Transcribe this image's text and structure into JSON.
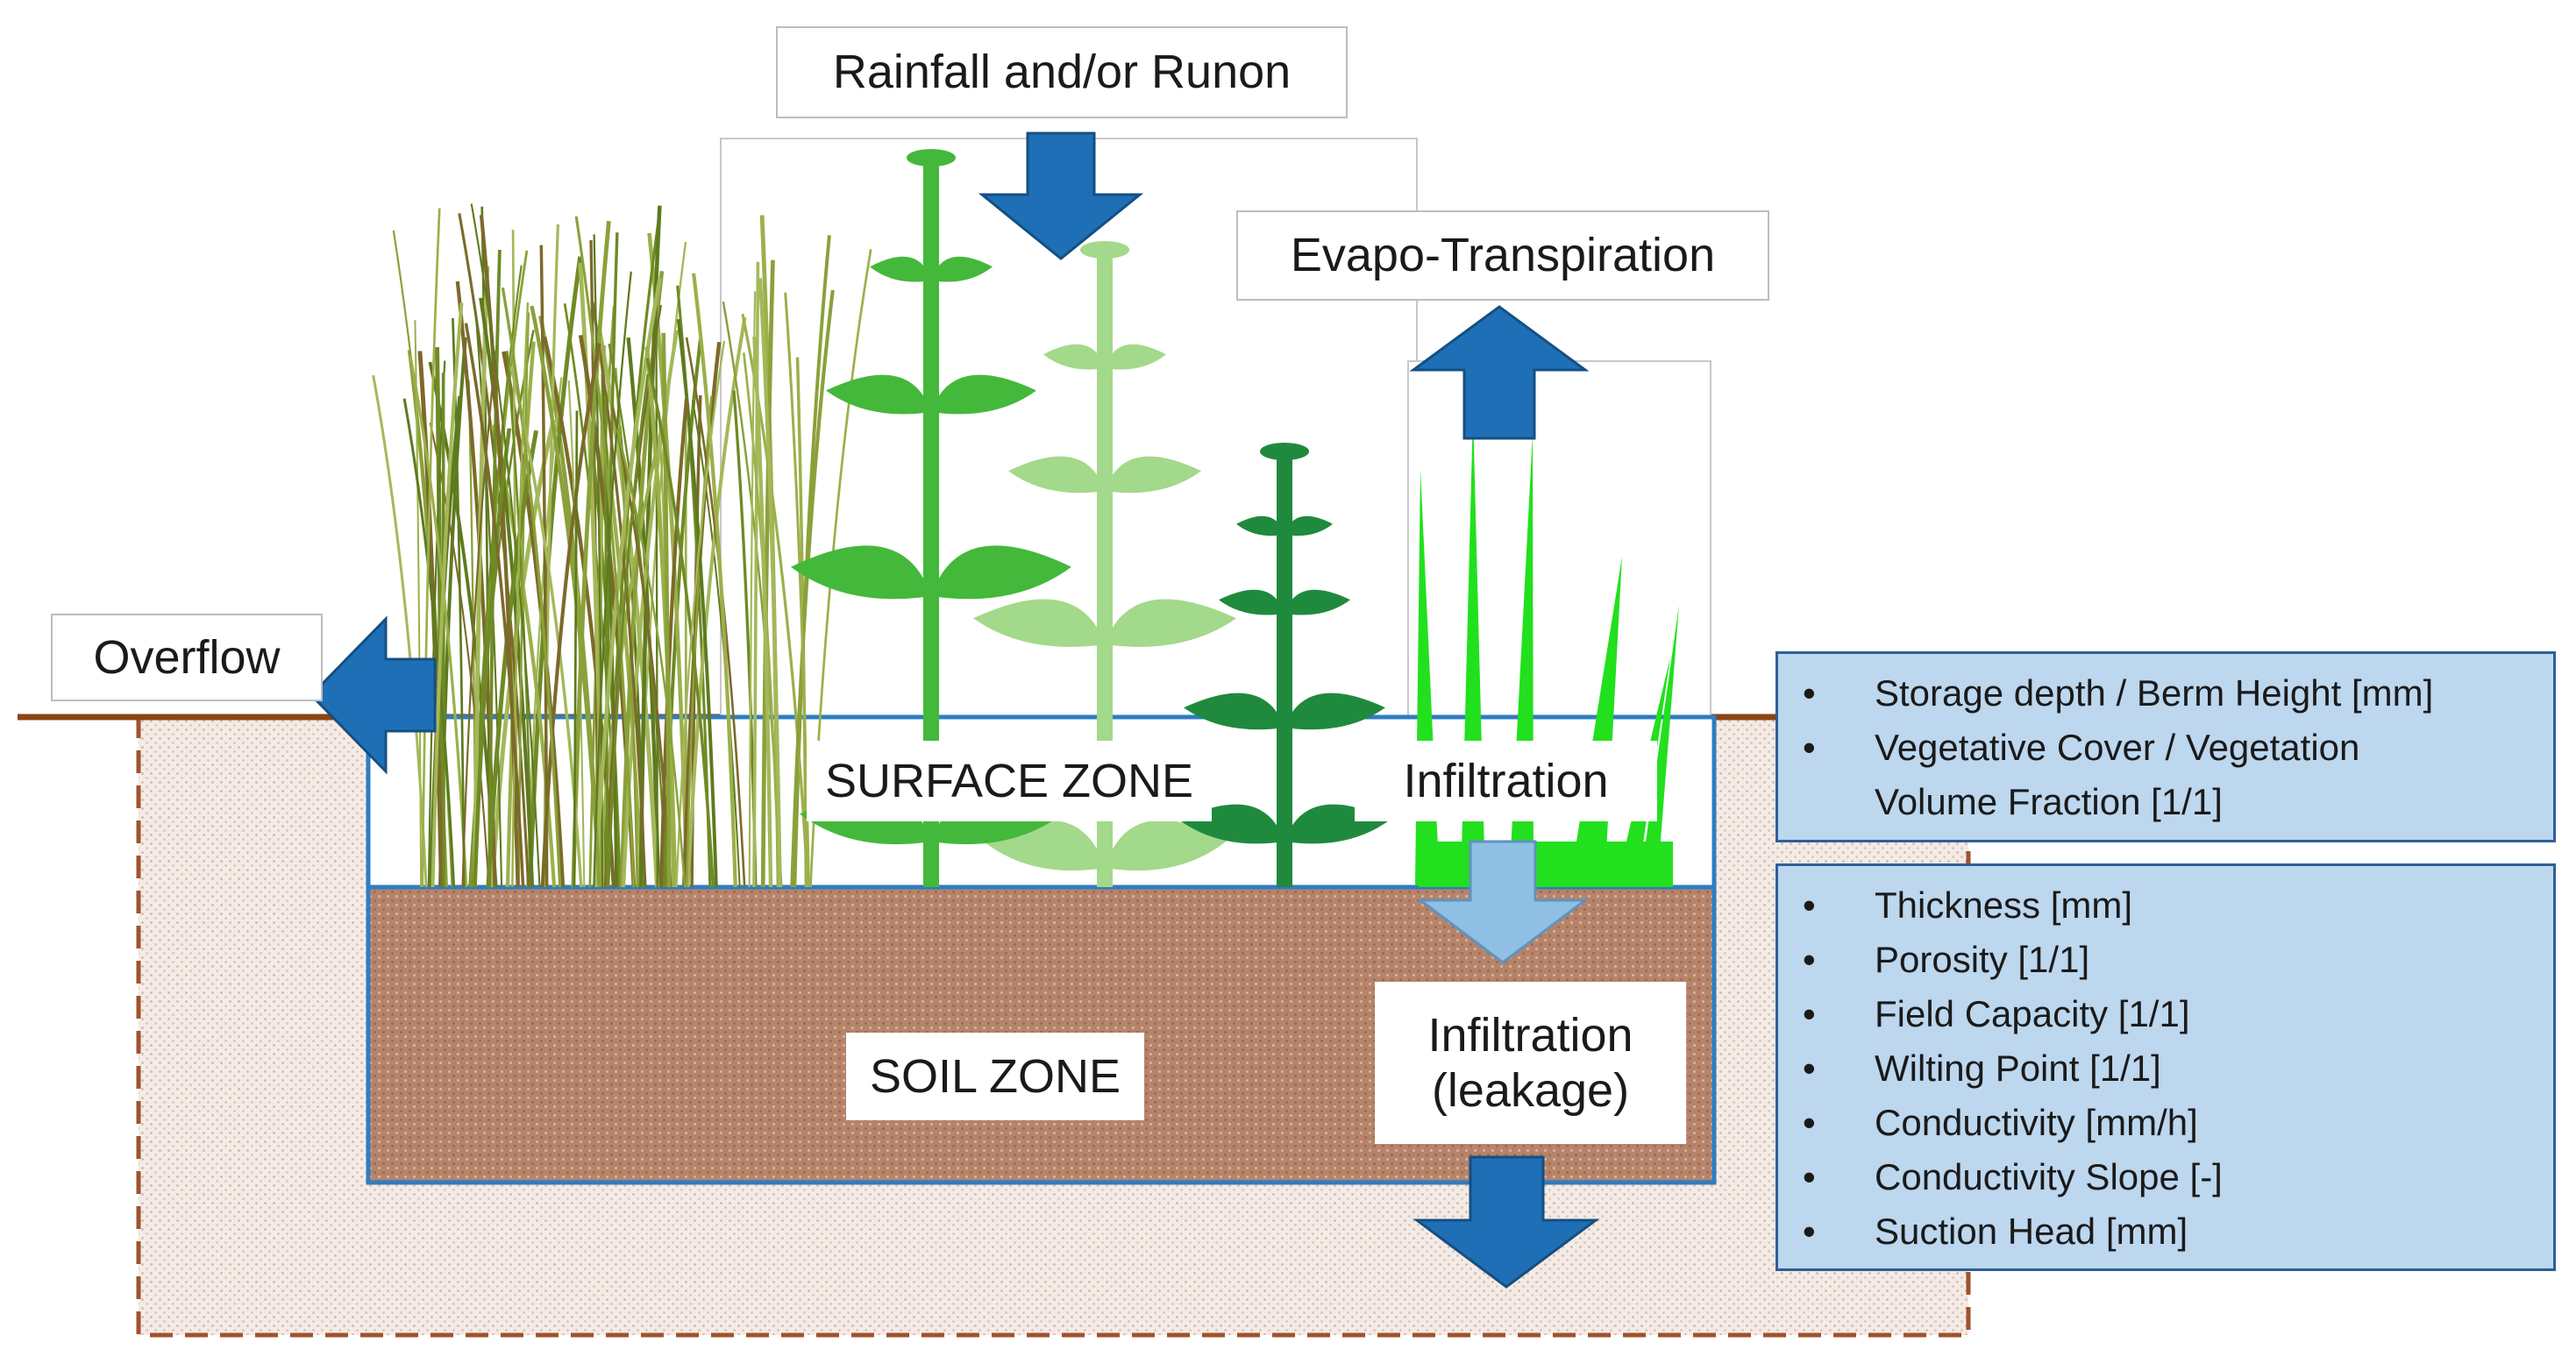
{
  "labels": {
    "rainfall": "Rainfall and/or Runon",
    "evapo": "Evapo-Transpiration",
    "overflow": "Overflow",
    "surface_zone": "SURFACE ZONE",
    "infiltration": "Infiltration",
    "soil_zone": "SOIL ZONE",
    "infiltration_leakage_1": "Infiltration",
    "infiltration_leakage_2": "(leakage)"
  },
  "surface_params": [
    "Storage depth / Berm Height [mm]",
    "Vegetative Cover / Vegetation",
    "Volume Fraction [1/1]"
  ],
  "soil_params": [
    "Thickness [mm]",
    " Porosity [1/1]",
    "Field Capacity [1/1]",
    "Wilting Point [1/1]",
    "Conductivity [mm/h]",
    "Conductivity Slope [-]",
    " Suction Head [mm]"
  ],
  "colors": {
    "arrow_blue": "#1e6fb5",
    "infiltration_arrow": "#8fbfe3",
    "soil_fill": "#b5846a",
    "ground_line": "#8b4513",
    "panel_fill": "#bcd7ee",
    "zone_border": "#2e7dc2",
    "grass": "#7a8f2a",
    "plant_bright": "#44b83a",
    "plant_light": "#a3d98a",
    "plant_dark": "#1f8a3e",
    "blades": "#22e01e"
  }
}
